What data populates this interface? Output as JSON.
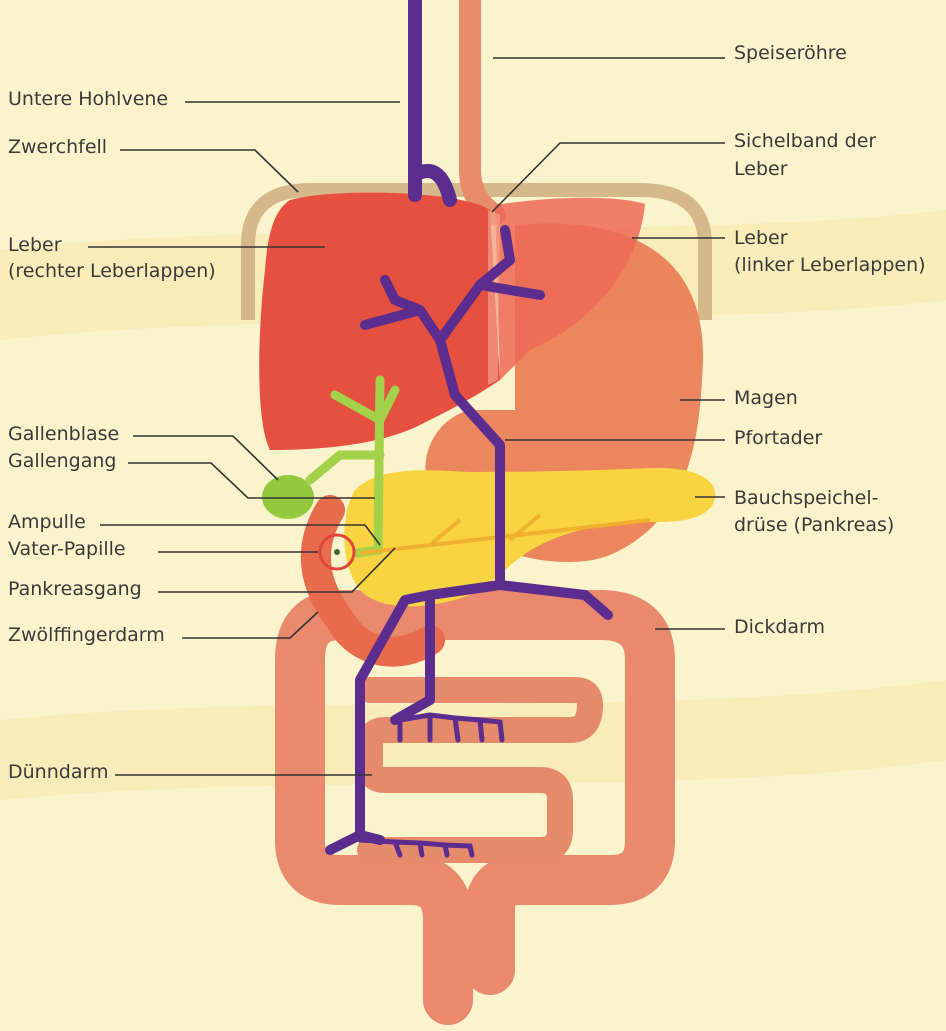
{
  "labels": {
    "untere_hohlvene": "Untere Hohlvene",
    "zwerchfell": "Zwerchfell",
    "leber_rechts_1": "Leber",
    "leber_rechts_2": "(rechter Leberlappen)",
    "gallenblase": "Gallenblase",
    "gallengang": "Gallengang",
    "ampulle": "Ampulle",
    "vater_papille": "Vater-Papille",
    "pankreasgang": "Pankreasgang",
    "zwoelffingerdarm": "Zwölffingerdarm",
    "duenndarm": "Dünndarm",
    "speiseroehre": "Speiseröhre",
    "sichelband_1": "Sichelband der",
    "sichelband_2": "Leber",
    "leber_links_1": "Leber",
    "leber_links_2": "(linker Leberlappen)",
    "magen": "Magen",
    "pfortader": "Pfortader",
    "bauchspeichel_1": "Bauchspeichel-",
    "bauchspeichel_2": "drüse (Pankreas)",
    "dickdarm": "Dickdarm"
  },
  "colors": {
    "background": "#fbf3cc",
    "vein": "#5b2d8e",
    "diaphragm": "#d6b98a",
    "liver": "#e5503f",
    "stomach": "#ea7a52",
    "esophagus": "#e98c6a",
    "pancreas": "#f8d440",
    "gallbladder": "#95c93d",
    "intestine": "#e98a6e",
    "duodenum": "#e96b4d",
    "callout_line": "#333333",
    "highlight_circle": "#e0463a"
  }
}
